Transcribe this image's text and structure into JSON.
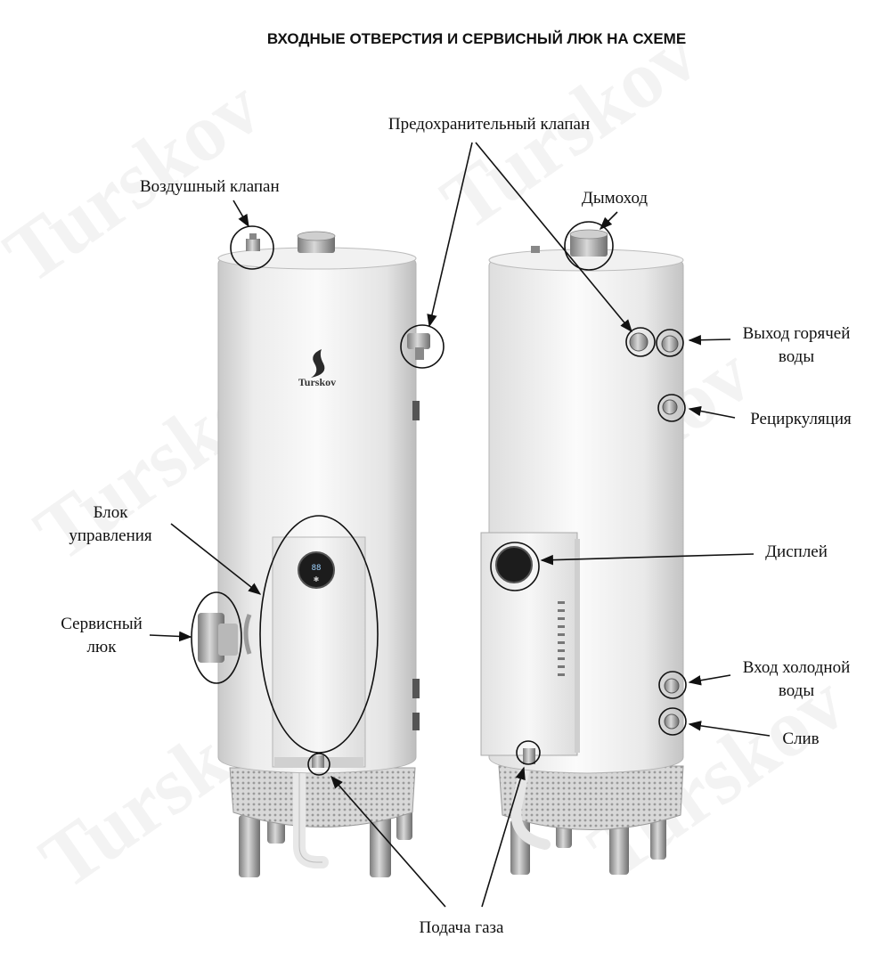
{
  "title": "ВХОДНЫЕ ОТВЕРСТИЯ И СЕРВИСНЫЙ ЛЮК НА СХЕМЕ",
  "brand": "Turskov",
  "watermark": "Turskov",
  "labels": {
    "safety_valve": "Предохранительный клапан",
    "air_valve": "Воздушный клапан",
    "chimney": "Дымоход",
    "hot_out_1": "Выход горячей",
    "hot_out_2": "воды",
    "recirculation": "Рециркуляция",
    "control_1": "Блок",
    "control_2": "управления",
    "service_1": "Сервисный",
    "service_2": "люк",
    "display": "Дисплей",
    "cold_in_1": "Вход холодной",
    "cold_in_2": "воды",
    "drain": "Слив",
    "gas": "Подача газа"
  },
  "colors": {
    "text": "#111111",
    "tank_light": "#f4f4f4",
    "tank_shade": "#cfcfcf",
    "metal": "#9a9a9a"
  }
}
